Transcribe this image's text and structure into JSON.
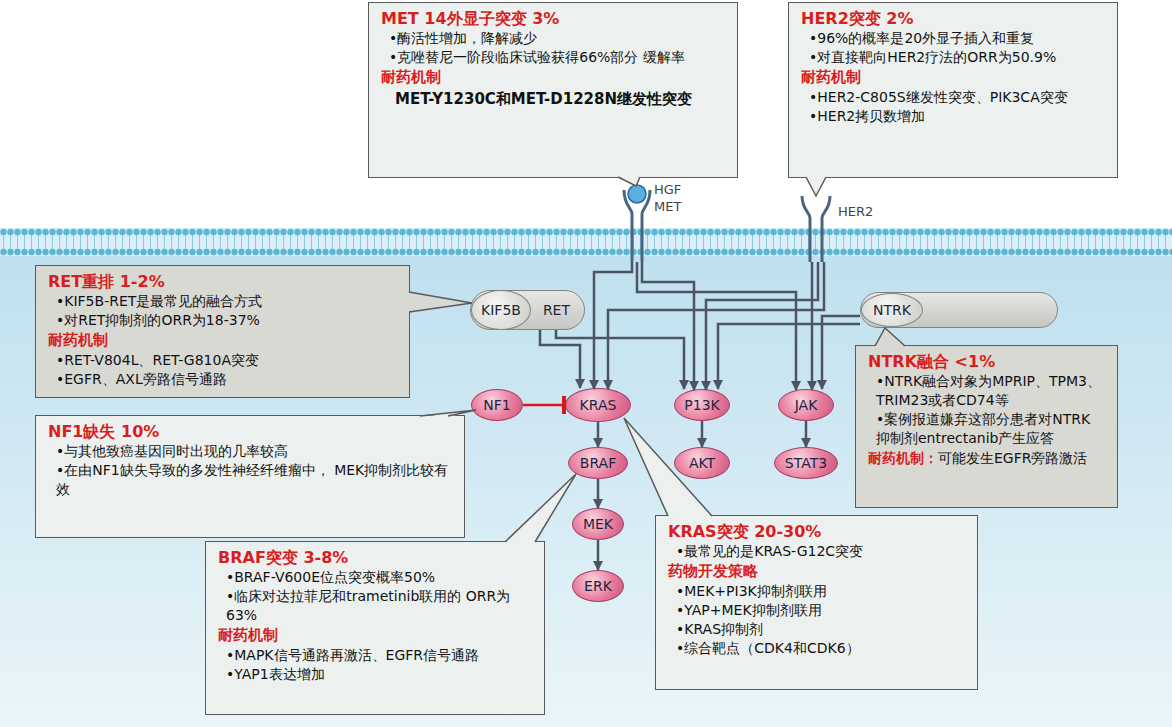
{
  "diagram": {
    "nodes": [
      {
        "text": [
          "MET 14外显子突变 3%",
          "•酶活性增加，降解减少",
          "•克唑替尼一阶段临床试验获得66%部分 缓解率",
          "耐药机制",
          "MET-Y1230C和MET-D1228N继发性突变"
        ]
      },
      {
        "text": [
          "HER2突变 2%",
          "•96%的概率是20外显子插入和重复",
          "•对直接靶向HER2疗法的ORR为50.9%",
          "耐药机制",
          "•HER2-C805S继发性突变、PIK3CA突变",
          "•HER2拷贝数增加"
        ]
      },
      {
        "text": [
          "RET重排 1-2%",
          "•KIF5B-RET是最常见的融合方式",
          "•对RET抑制剂的ORR为18-37%",
          "耐药机制",
          "•RET-V804L、RET-G810A突变",
          "•EGFR、AXL旁路信号通路"
        ]
      },
      {
        "text": [
          "RET"
        ]
      },
      {
        "text": [
          "KIF5B"
        ],
        "in": 3
      },
      {
        "text": [
          "NTRK"
        ]
      },
      {
        "text": [
          "NTRK融合 <1%",
          "•NTRK融合对象为MPRIP、TPM3、 TRIM23或者CD74等",
          "•案例报道嫌弃这部分患者对NTRK 抑制剂entrectanib产生应答",
          "耐药机制：",
          "可能发生EGFR旁路激活"
        ]
      },
      {
        "text": [
          "NF1"
        ]
      },
      {
        "text": [
          "KRAS"
        ]
      },
      {
        "text": [
          "P13K"
        ]
      },
      {
        "text": [
          "JAK"
        ]
      },
      {
        "text": [
          "NF1缺失 10%",
          "•与其他致癌基因同时出现的几率较高",
          "•在由NF1缺失导致的多发性神经纤维瘤中， MEK抑制剂比较有效"
        ]
      },
      {
        "text": [
          "AKT"
        ]
      },
      {
        "text": [
          "STAT3"
        ]
      },
      {
        "text": [
          "BRAF"
        ]
      },
      {
        "text": [
          "MEK"
        ]
      },
      {
        "text": [
          "KRAS突变 20-30%",
          "•最常见的是KRAS-G12C突变",
          "药物开发策略",
          "•MEK+PI3K抑制剂联用",
          "•YAP+MEK抑制剂联用",
          "•KRAS抑制剂",
          "•综合靶点（CDK4和CDK6）"
        ]
      },
      {
        "text": [
          "BRAF突变 3-8%",
          "•BRAF-V600E位点突变概率50%",
          "•临床对达拉菲尼和trametinib联用的 ORR为63%",
          "耐药机制",
          "•MAPK信号通路再激活、EGFR信号通路",
          "•YAP1表达增加"
        ]
      },
      {
        "text": [
          "ERK"
        ]
      }
    ],
    "edges": [
      {
        "from": 3,
        "to": 8,
        "arrow": "to"
      },
      {
        "from": 3,
        "to": 9,
        "arrow": "to"
      },
      {
        "from": 5,
        "to": 9,
        "arrow": "to"
      },
      {
        "from": 5,
        "to": 10,
        "arrow": "to"
      },
      {
        "from": 7,
        "to": 8,
        "arrow": "to"
      },
      {
        "from": 8,
        "to": 14,
        "arrow": "to"
      },
      {
        "from": 14,
        "to": 15,
        "arrow": "to"
      },
      {
        "from": 15,
        "to": 18,
        "arrow": "to"
      },
      {
        "from": 9,
        "to": 12,
        "arrow": "to"
      },
      {
        "from": 10,
        "to": 13,
        "arrow": "to"
      }
    ],
    "labels": [
      "HGF",
      "MET",
      "HER2"
    ]
  }
}
